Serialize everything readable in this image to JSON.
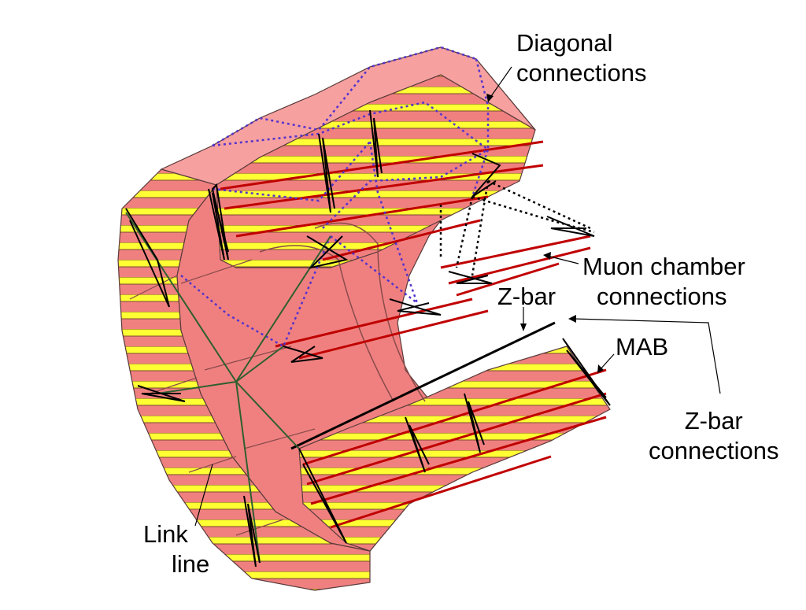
{
  "labels": {
    "diagonal": [
      "Diagonal",
      "connections"
    ],
    "muon": [
      "Muon chamber",
      "connections"
    ],
    "zbar": "Z-bar",
    "mab": "MAB",
    "zbar_connections": [
      "Z-bar",
      "connections"
    ],
    "link_line": [
      "Link",
      "line"
    ]
  },
  "colors": {
    "block": "#f08080",
    "block_dark": "#d96a6a",
    "block_light": "#f6a0a0",
    "yellow": "#ffff33",
    "rail": "#c00000",
    "diagonal": "#5533cc",
    "truss": "#000000",
    "link": "#2f5f2f"
  }
}
